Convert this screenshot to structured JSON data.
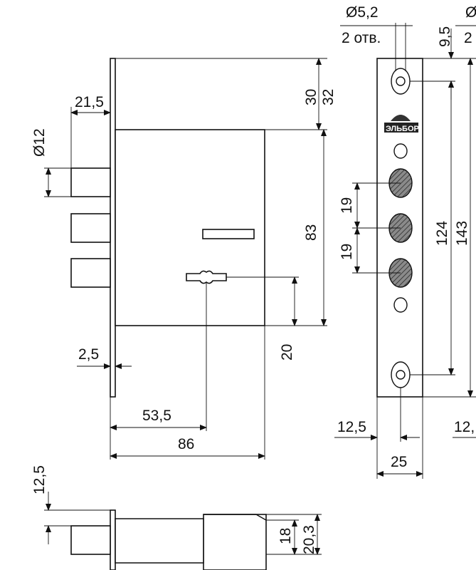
{
  "labels": {
    "d_hole": "Ø5,2",
    "holes_count": "2 отв.",
    "top_right_cut": "Ø",
    "top_right_cut2": "2",
    "right_cut": "12,",
    "dim_9_5": "9,5",
    "dim_21_5": "21,5",
    "dim_d12": "Ø12",
    "dim_30": "30",
    "dim_32": "32",
    "dim_83": "83",
    "dim_20": "20",
    "dim_2_5": "2,5",
    "dim_53_5": "53,5",
    "dim_86": "86",
    "dim_19a": "19",
    "dim_19b": "19",
    "dim_124": "124",
    "dim_143": "143",
    "dim_12_5_front": "12,5",
    "dim_25": "25",
    "dim_12_5_bottom": "12,5",
    "dim_18": "18",
    "dim_20_3": "20,3"
  },
  "logo": {
    "text": "ЭЛЬБОР"
  },
  "colors": {
    "ink": "#111111",
    "background": "#ffffff"
  }
}
